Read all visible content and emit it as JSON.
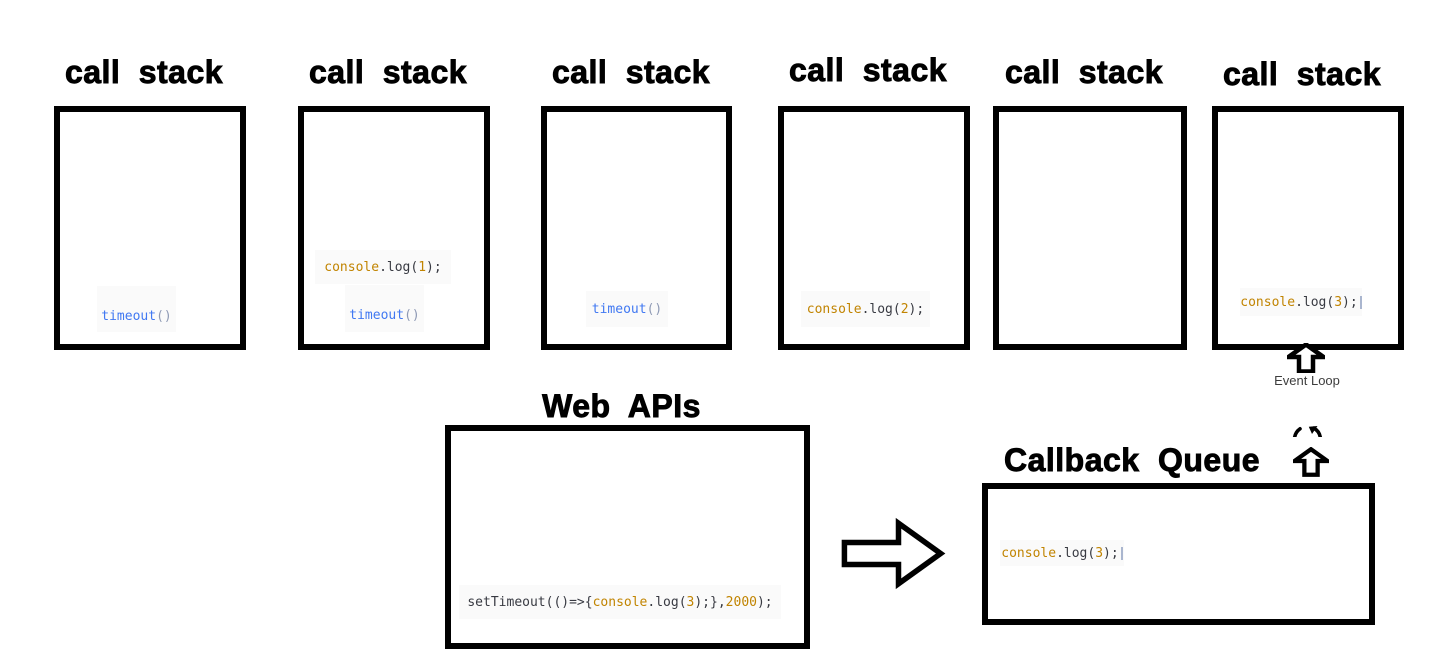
{
  "colors": {
    "code-orange": "#c18401",
    "code-blue": "#4078f2",
    "code-plain": "#383a42",
    "code-dim": "#8f9ab5",
    "code-bg": "#fafafa",
    "label-gray": "#3d3d3d"
  },
  "stacks": [
    {
      "title": "call stack",
      "frames": [
        [
          {
            "t": "timeout",
            "c": "blue"
          },
          {
            "t": "()",
            "c": "dim"
          }
        ]
      ]
    },
    {
      "title": "call stack",
      "frames": [
        [
          {
            "t": "console",
            "c": "orange"
          },
          {
            "t": ".log(",
            "c": "plain"
          },
          {
            "t": "1",
            "c": "orange"
          },
          {
            "t": ");",
            "c": "plain"
          }
        ],
        [
          {
            "t": "timeout",
            "c": "blue"
          },
          {
            "t": "()",
            "c": "dim"
          }
        ]
      ]
    },
    {
      "title": "call stack",
      "frames": [
        [
          {
            "t": "timeout",
            "c": "blue"
          },
          {
            "t": "()",
            "c": "dim"
          }
        ]
      ]
    },
    {
      "title": "call stack",
      "frames": [
        [
          {
            "t": "console",
            "c": "orange"
          },
          {
            "t": ".log(",
            "c": "plain"
          },
          {
            "t": "2",
            "c": "orange"
          },
          {
            "t": ");",
            "c": "plain"
          }
        ]
      ]
    },
    {
      "title": "call stack",
      "frames": []
    },
    {
      "title": "call stack",
      "frames": [
        [
          {
            "t": "console",
            "c": "orange"
          },
          {
            "t": ".log(",
            "c": "plain"
          },
          {
            "t": "3",
            "c": "orange"
          },
          {
            "t": ");",
            "c": "plain"
          }
        ]
      ]
    }
  ],
  "web_apis": {
    "title": "Web APIs",
    "code": [
      {
        "t": "setTimeout(()=>{",
        "c": "plain"
      },
      {
        "t": "console",
        "c": "orange"
      },
      {
        "t": ".log(",
        "c": "plain"
      },
      {
        "t": "3",
        "c": "orange"
      },
      {
        "t": ");},",
        "c": "plain"
      },
      {
        "t": "2000",
        "c": "orange"
      },
      {
        "t": ");",
        "c": "plain"
      }
    ]
  },
  "callback_queue": {
    "title": "Callback Queue",
    "code": [
      {
        "t": "console",
        "c": "orange"
      },
      {
        "t": ".log(",
        "c": "plain"
      },
      {
        "t": "3",
        "c": "orange"
      },
      {
        "t": ");",
        "c": "plain"
      }
    ]
  },
  "event_loop": {
    "label": "Event Loop"
  },
  "icons": {
    "up_arrow": "hollow-up-arrow",
    "loop_arrow": "clockwise-loop-arrow",
    "flow_arrow": "hollow-right-arrow"
  }
}
